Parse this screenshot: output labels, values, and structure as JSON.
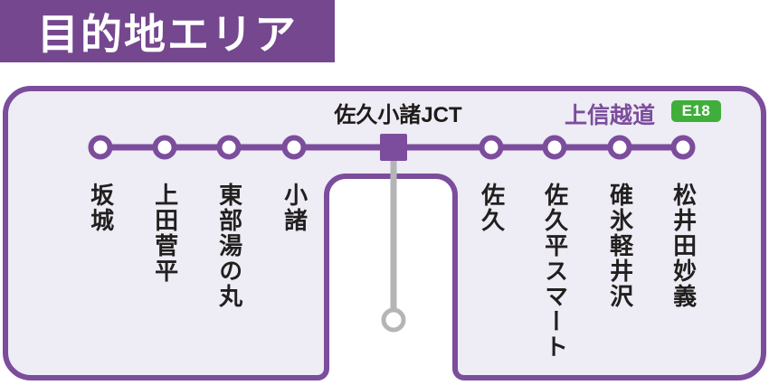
{
  "header": {
    "title": "目的地エリア"
  },
  "route": {
    "road_name": "上信越道",
    "road_number": "E18",
    "junction": "佐久小諸JCT"
  },
  "stations": [
    "坂城",
    "上田菅平",
    "東部湯の丸",
    "小諸",
    "佐久",
    "佐久平スマート",
    "碓氷軽井沢",
    "松井田妙義"
  ],
  "colors": {
    "title_purple": "#74478f",
    "route_purple": "#7b4d9c",
    "panel_bg": "#eeecf4",
    "badge_green": "#3fae3a",
    "branch_gray": "#b5b5b7",
    "label_black": "#221f1f"
  }
}
